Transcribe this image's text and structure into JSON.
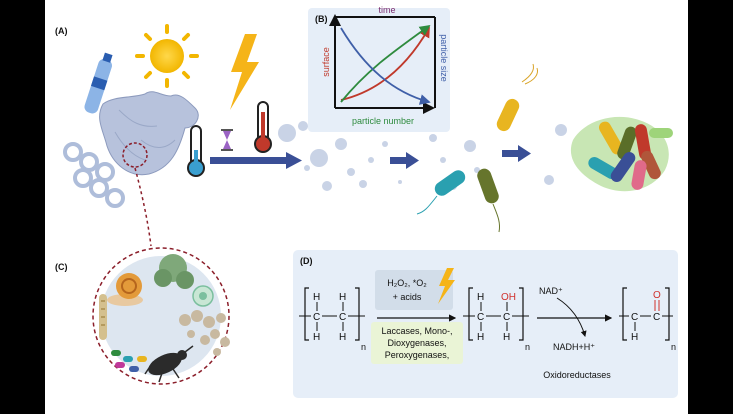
{
  "panel_labels": {
    "a": "(A)",
    "b": "(B)",
    "c": "(C)",
    "d": "(D)"
  },
  "panel_b": {
    "top_axis": "time",
    "left_axis": "surface",
    "right_axis": "particle size",
    "bottom_axis": "particle number"
  },
  "panel_d": {
    "h_letter": "H",
    "c_letter": "C",
    "oh_group": "OH",
    "o_atom": "O",
    "subscript_n": "n",
    "reagents": "H₂O₂, *O₂",
    "acids": "+ acids",
    "enzymes": [
      "Laccases, Mono-,",
      "Dioxygenases,",
      "Peroxygenases,"
    ],
    "cofactor_in": "NAD⁺",
    "cofactor_out": "NADH+H⁺",
    "oxidoreductases": "Oxidoreductases"
  },
  "colors": {
    "surface": "#c0392b",
    "particle_size": "#3f5fa8",
    "particle_number": "#2e8b3e",
    "time": "#7b2d6e",
    "panel_bg": "#e6eef8",
    "red_atom": "#d0312d"
  },
  "icons": [
    "sun-icon",
    "lightning-icon",
    "hourglass-icon",
    "thermometer-cold-icon",
    "thermometer-hot-icon",
    "plastic-bag-icon",
    "water-bottle-icon",
    "six-pack-rings-icon",
    "bacteria-icon",
    "fungi-icon",
    "snail-icon",
    "beetle-icon"
  ]
}
